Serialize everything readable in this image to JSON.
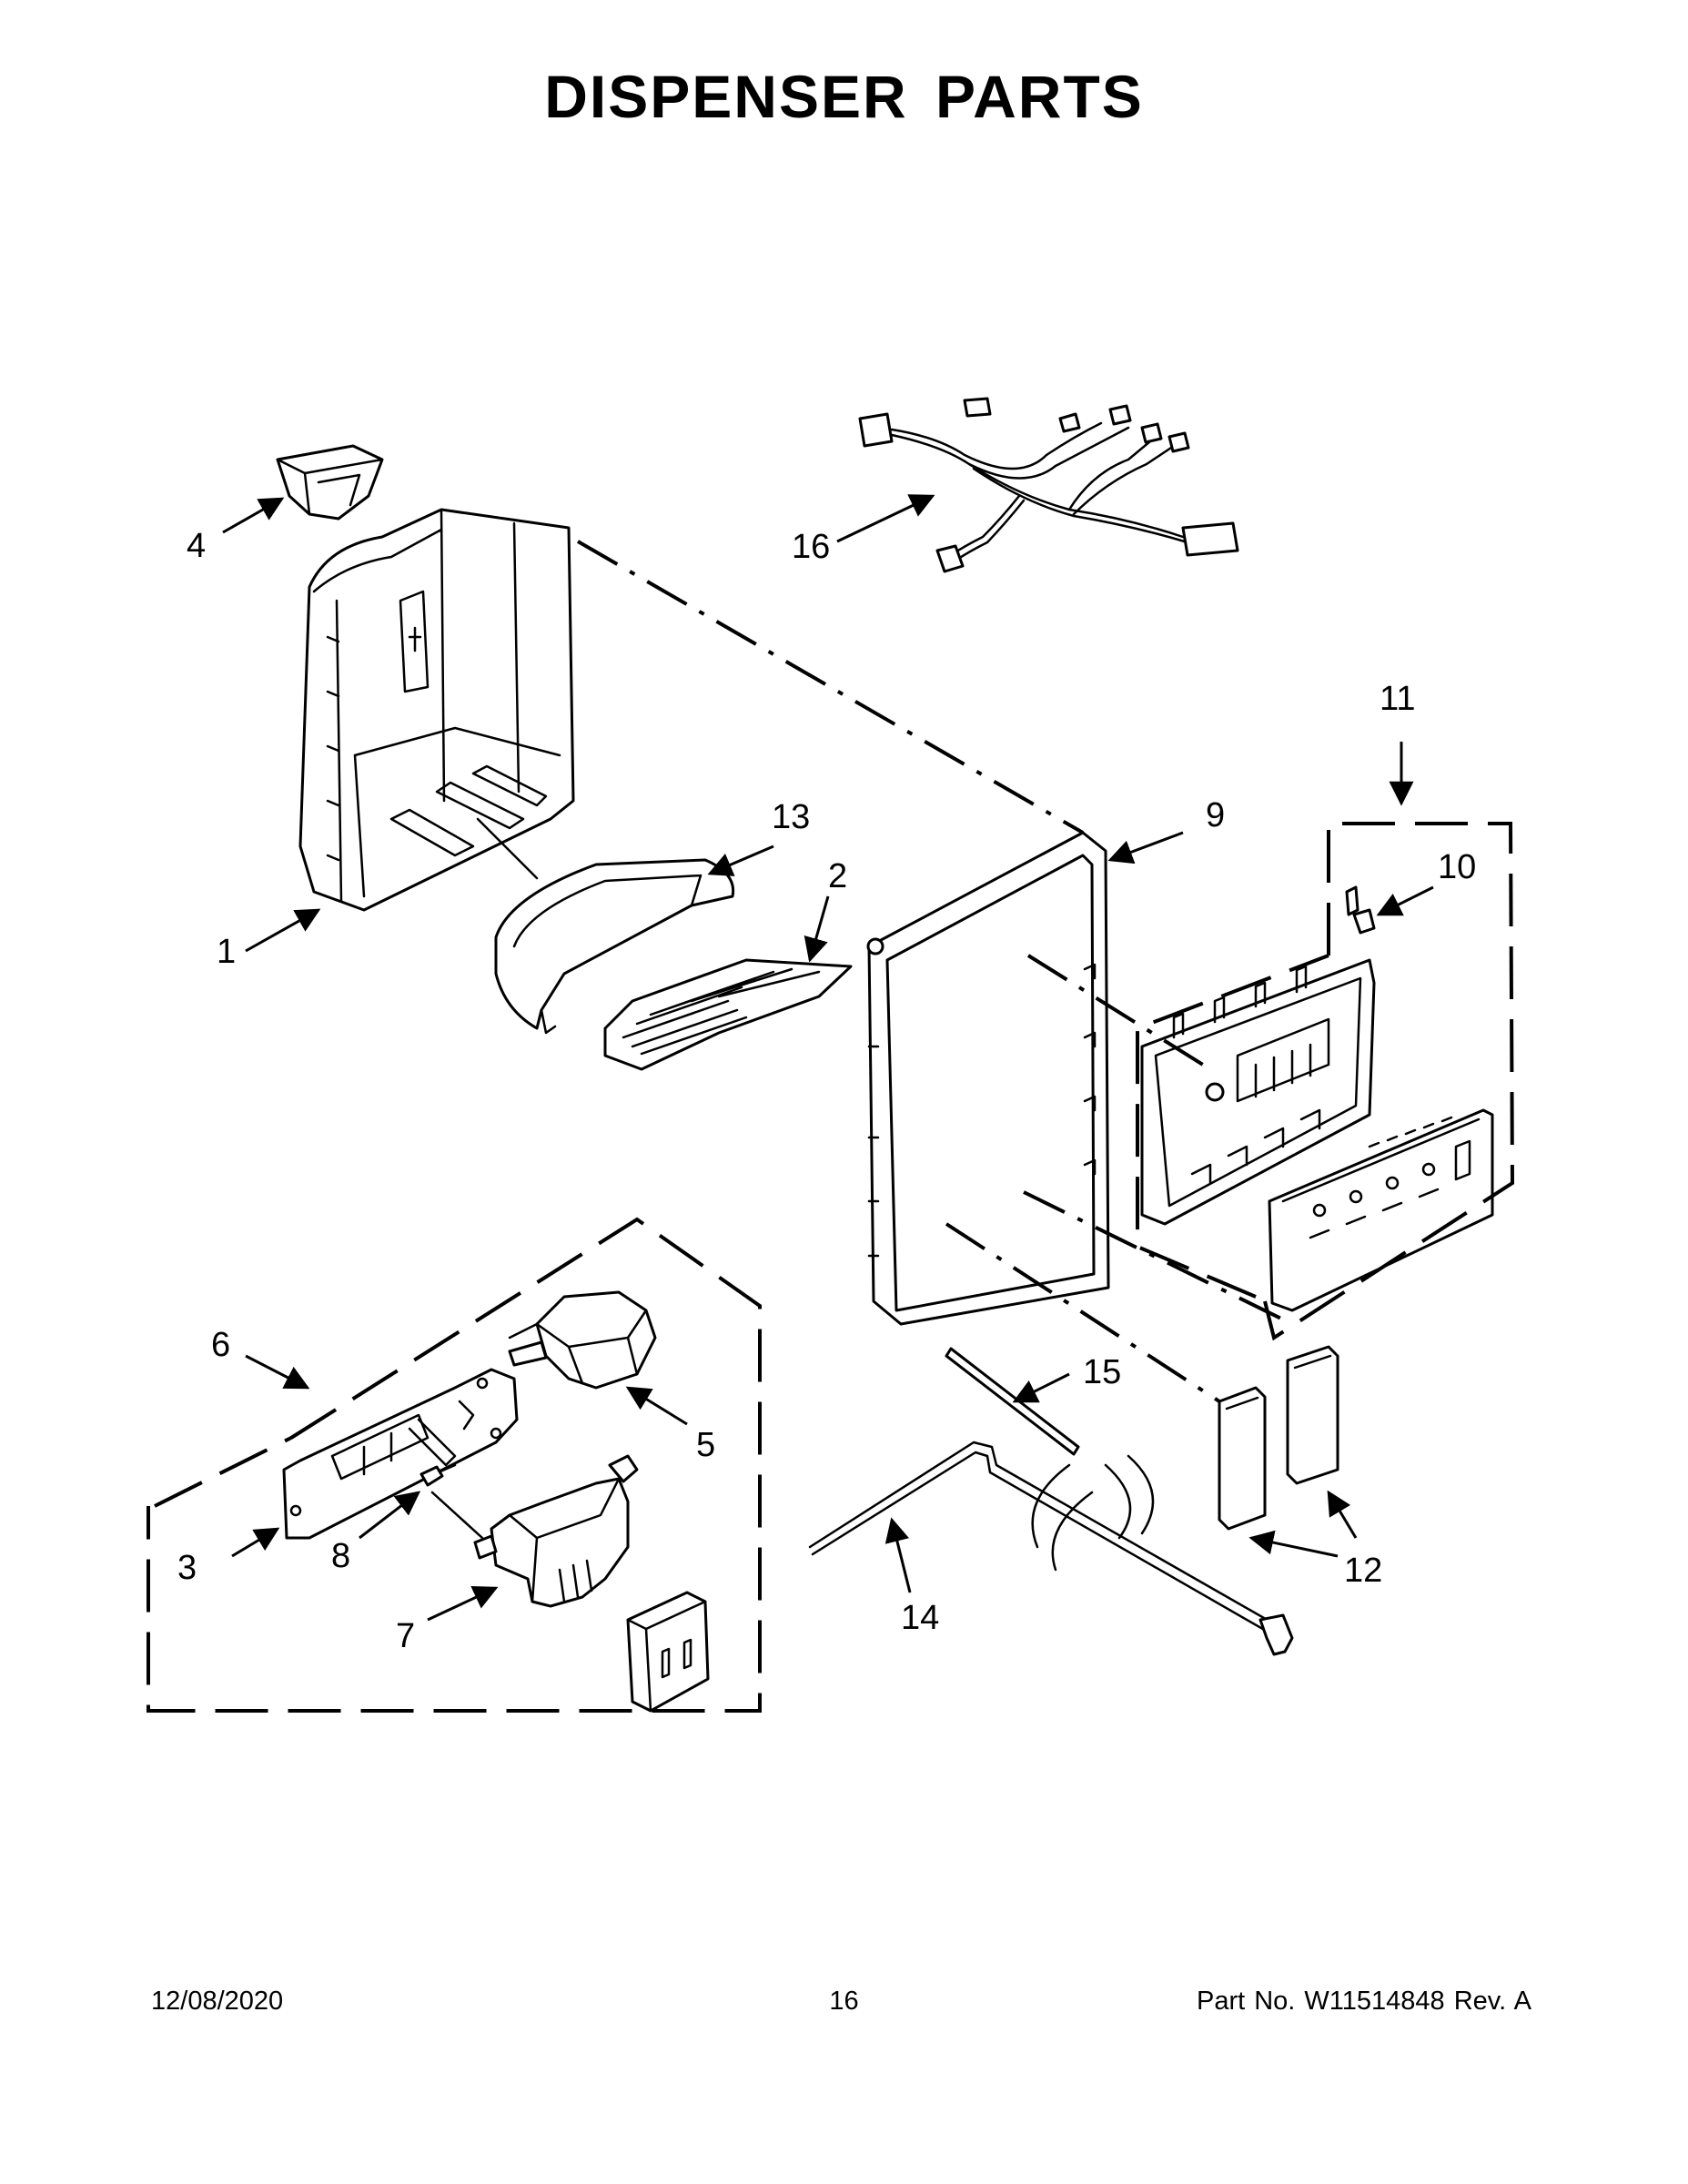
{
  "title": "DISPENSER PARTS",
  "callouts": {
    "c1": "1",
    "c2": "2",
    "c3": "3",
    "c4": "4",
    "c5": "5",
    "c6": "6",
    "c7": "7",
    "c8": "8",
    "c9": "9",
    "c10": "10",
    "c11": "11",
    "c12": "12",
    "c13": "13",
    "c14": "14",
    "c15": "15",
    "c16": "16"
  },
  "footer": {
    "date": "12/08/2020",
    "page": "16",
    "part_no": "Part No.  W11514848  Rev.  A"
  }
}
